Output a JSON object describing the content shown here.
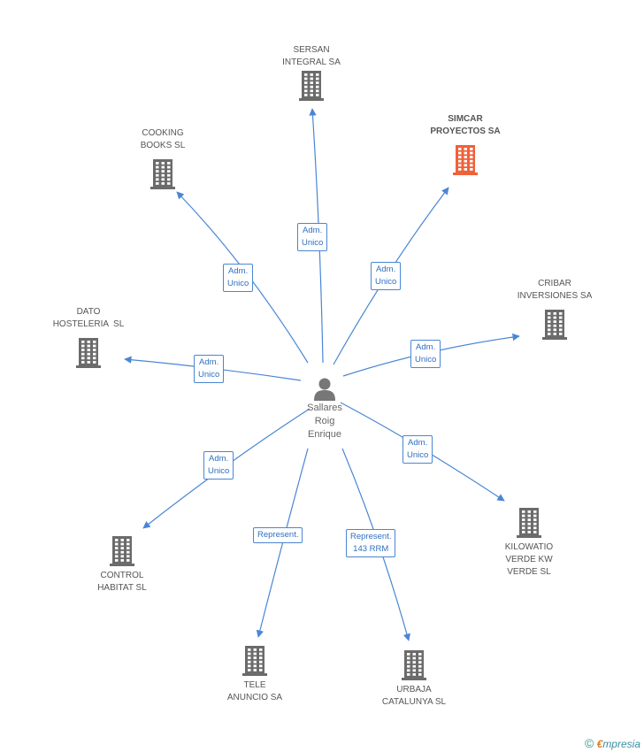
{
  "colors": {
    "edge": "#4a86d4",
    "building": "#6b6b6b",
    "highlight": "#f0613a"
  },
  "person": {
    "name": "Sallares\nRoig\nEnrique",
    "icon": "person-icon"
  },
  "companies": [
    {
      "id": "sersan",
      "name": "SERSAN\nINTEGRAL SA",
      "icon": "building-icon",
      "highlight": false
    },
    {
      "id": "simcar",
      "name": "SIMCAR\nPROYECTOS SA",
      "icon": "building-icon",
      "highlight": true
    },
    {
      "id": "cooking",
      "name": "COOKING\nBOOKS SL",
      "icon": "building-icon",
      "highlight": false
    },
    {
      "id": "cribar",
      "name": "CRIBAR\nINVERSIONES SA",
      "icon": "building-icon",
      "highlight": false
    },
    {
      "id": "dato",
      "name": "DATO\nHOSTELERIA  SL",
      "icon": "building-icon",
      "highlight": false
    },
    {
      "id": "kilowatio",
      "name": "KILOWATIO\nVERDE KW\nVERDE SL",
      "icon": "building-icon",
      "highlight": false
    },
    {
      "id": "control",
      "name": "CONTROL\nHABITAT SL",
      "icon": "building-icon",
      "highlight": false
    },
    {
      "id": "tele",
      "name": "TELE\nANUNCIO SA",
      "icon": "building-icon",
      "highlight": false
    },
    {
      "id": "urbaja",
      "name": "URBAJA\nCATALUNYA SL",
      "icon": "building-icon",
      "highlight": false
    }
  ],
  "relations": [
    {
      "to": "sersan",
      "label": "Adm.\nUnico"
    },
    {
      "to": "simcar",
      "label": "Adm.\nUnico"
    },
    {
      "to": "cooking",
      "label": "Adm.\nUnico"
    },
    {
      "to": "cribar",
      "label": "Adm.\nUnico"
    },
    {
      "to": "dato",
      "label": "Adm.\nUnico"
    },
    {
      "to": "kilowatio",
      "label": "Adm.\nUnico"
    },
    {
      "to": "control",
      "label": "Adm.\nUnico"
    },
    {
      "to": "tele",
      "label": "Represent."
    },
    {
      "to": "urbaja",
      "label": "Represent.\n143 RRM"
    }
  ],
  "footer": {
    "copyright": "©",
    "brand_e": "€",
    "brand_rest": "mpresia"
  }
}
